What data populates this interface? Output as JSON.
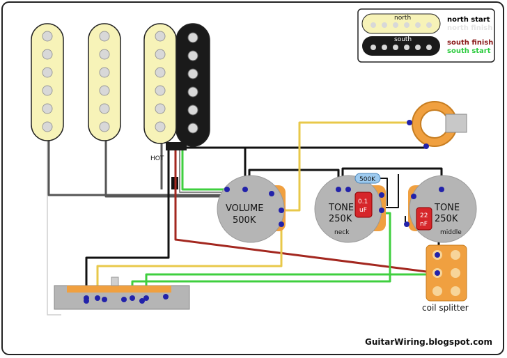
{
  "legend": {
    "north_label": "north",
    "south_label": "south",
    "north_start": "north start",
    "north_finish": "north finish",
    "south_finish": "south finish",
    "south_start": "south start",
    "colors": {
      "north_start": "#000000",
      "north_finish": "#ffffff",
      "south_finish": "#8b1a1a",
      "south_start": "#2ecc40"
    }
  },
  "labels": {
    "hot": "HOT",
    "volume_name": "VOLUME",
    "volume_value": "500K",
    "tone1_name": "TONE",
    "tone1_value": "250K",
    "tone1_role": "neck",
    "tone2_name": "TONE",
    "tone2_value": "250K",
    "tone2_role": "middle",
    "cap1_value": "0.1",
    "cap1_unit": "uF",
    "cap2_value": "22",
    "cap2_unit": "nF",
    "resistor": "500K",
    "coil_splitter": "coil splitter",
    "credit": "GuitarWiring.blogspot.com"
  },
  "colors": {
    "pickup_cream": "#f7f3b8",
    "pole": "#d8d8d8",
    "humbucker_black": "#1a1a1a",
    "pot_body": "#b5b5b5",
    "pot_lug": "#f0a040",
    "cap_red": "#d6262a",
    "wire_black": "#111111",
    "wire_yellow": "#e8c84a",
    "wire_green": "#3fcf3f",
    "wire_red": "#a3271f",
    "wire_gray": "#555555",
    "solder_blue": "#2222aa"
  }
}
